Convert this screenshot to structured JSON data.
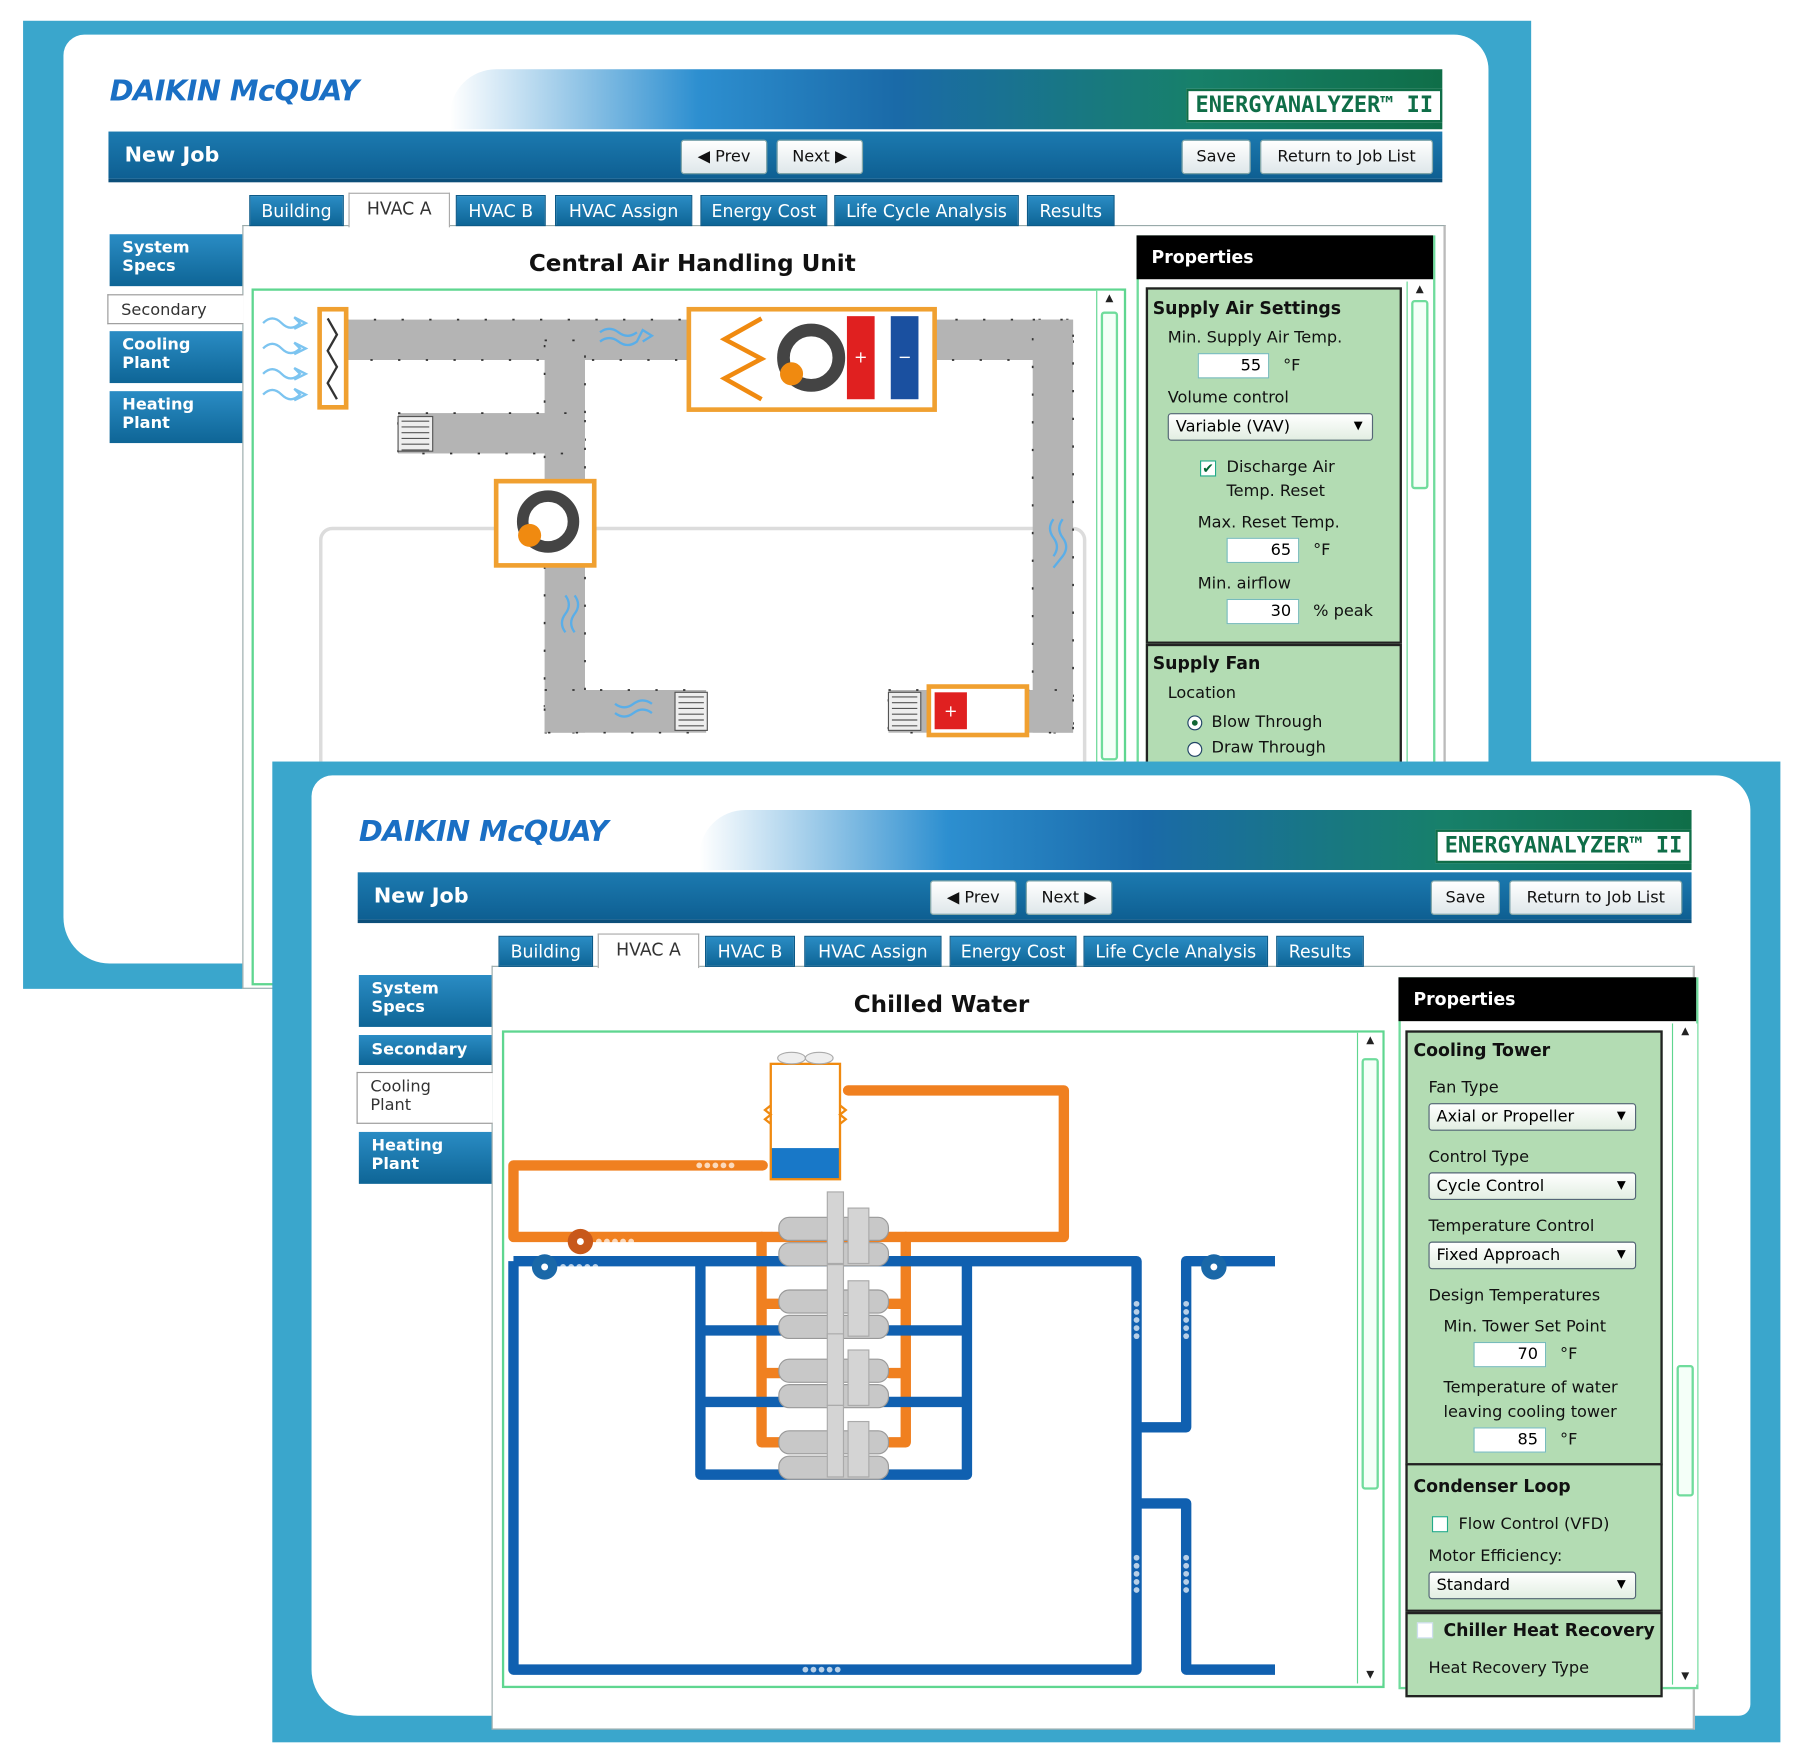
{
  "colors": {
    "frame": "#3aa6cc",
    "header": "#0e5f92",
    "accent_green": "#5fd690",
    "group_bg": "#b3dcb3",
    "duct": "#b4b4b4",
    "condenser_pipe": "#f08020",
    "chilled_pipe": "#1060b0"
  },
  "panels": [
    {
      "logo": "DAIKIN McQUAY",
      "product": "ENERGYANALYZER™ II",
      "header": {
        "title": "New Job",
        "prev": "◀ Prev",
        "next": "Next ▶",
        "save": "Save",
        "return": "Return to Job List"
      },
      "tabs": [
        {
          "label": "Building"
        },
        {
          "label": "HVAC A",
          "active": true
        },
        {
          "label": "HVAC B"
        },
        {
          "label": "HVAC Assign"
        },
        {
          "label": "Energy Cost"
        },
        {
          "label": "Life Cycle Analysis"
        },
        {
          "label": "Results"
        }
      ],
      "sidebar": [
        {
          "label": "System Specs"
        },
        {
          "label": "Secondary",
          "active": true
        },
        {
          "label": "Cooling Plant"
        },
        {
          "label": "Heating Plant"
        }
      ],
      "title": "Central Air Handling Unit",
      "properties": {
        "header": "Properties",
        "supply_air": {
          "heading": "Supply Air Settings",
          "min_temp_label": "Min. Supply Air Temp.",
          "min_temp": "55",
          "unit": "°F",
          "volume_label": "Volume control",
          "volume": "Variable (VAV)",
          "reset_label_1": "Discharge Air",
          "reset_label_2": "Temp. Reset",
          "reset_checked": true,
          "max_reset_label": "Max. Reset Temp.",
          "max_reset": "65",
          "min_airflow_label": "Min. airflow",
          "min_airflow": "30",
          "airflow_unit": "% peak"
        },
        "supply_fan": {
          "heading": "Supply Fan",
          "location_label": "Location",
          "option_1": "Blow Through",
          "option_2": "Draw Through",
          "selected": "Blow Through"
        }
      }
    },
    {
      "logo": "DAIKIN McQUAY",
      "product": "ENERGYANALYZER™ II",
      "header": {
        "title": "New Job",
        "prev": "◀ Prev",
        "next": "Next ▶",
        "save": "Save",
        "return": "Return to Job List"
      },
      "tabs": [
        {
          "label": "Building"
        },
        {
          "label": "HVAC A",
          "active": true
        },
        {
          "label": "HVAC B"
        },
        {
          "label": "HVAC Assign"
        },
        {
          "label": "Energy Cost"
        },
        {
          "label": "Life Cycle Analysis"
        },
        {
          "label": "Results"
        }
      ],
      "sidebar": [
        {
          "label": "System Specs"
        },
        {
          "label": "Secondary"
        },
        {
          "label": "Cooling Plant",
          "active": true
        },
        {
          "label": "Heating Plant"
        }
      ],
      "title": "Chilled Water",
      "properties": {
        "header": "Properties",
        "cooling_tower": {
          "heading": "Cooling Tower",
          "fan_type_label": "Fan Type",
          "fan_type": "Axial or Propeller",
          "control_type_label": "Control Type",
          "control_type": "Cycle Control",
          "temp_control_label": "Temperature Control",
          "temp_control": "Fixed Approach",
          "design_temps_label": "Design Temperatures",
          "min_setpoint_label": "Min. Tower Set Point",
          "min_setpoint": "70",
          "unit": "°F",
          "leaving_label_1": "Temperature of water",
          "leaving_label_2": "leaving cooling tower",
          "leaving_temp": "85"
        },
        "condenser_loop": {
          "heading": "Condenser Loop",
          "flow_control_label": "Flow Control (VFD)",
          "flow_control_checked": false,
          "motor_eff_label": "Motor Efficiency:",
          "motor_eff": "Standard"
        },
        "heat_recovery": {
          "heading": "Chiller Heat Recovery",
          "checked": false,
          "type_label": "Heat Recovery Type"
        }
      }
    }
  ]
}
